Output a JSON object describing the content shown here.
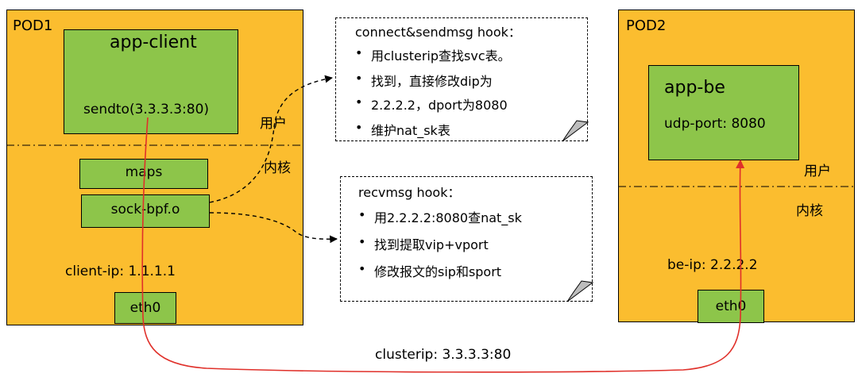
{
  "pod1": {
    "title": "POD1",
    "app_client": {
      "name": "app-client",
      "call": "sendto(3.3.3.3:80)"
    },
    "user_label": "用户",
    "kernel_label": "内核",
    "maps": "maps",
    "sock_bpf": "sock-bpf.o",
    "client_ip": "client-ip: 1.1.1.1",
    "eth0": "eth0"
  },
  "pod2": {
    "title": "POD2",
    "app_be": {
      "name": "app-be",
      "port": "udp-port: 8080"
    },
    "user_label": "用户",
    "kernel_label": "内核",
    "be_ip": "be-ip: 2.2.2.2",
    "eth0": "eth0"
  },
  "note_connect": {
    "title": "connect&sendmsg hook：",
    "items": [
      "用clusterip查找svc表。",
      "找到，直接修改dip为",
      "2.2.2.2，dport为8080",
      "维护nat_sk表"
    ]
  },
  "note_recv": {
    "title": "recvmsg hook：",
    "items": [
      "用2.2.2.2:8080查nat_sk",
      "找到提取vip+vport",
      "修改报文的sip和sport"
    ]
  },
  "clusterip_label": "clusterip: 3.3.3.3:80",
  "colors": {
    "pod": "#fbbd2f",
    "app": "#8dc54a",
    "flow_line": "#e0302a"
  }
}
